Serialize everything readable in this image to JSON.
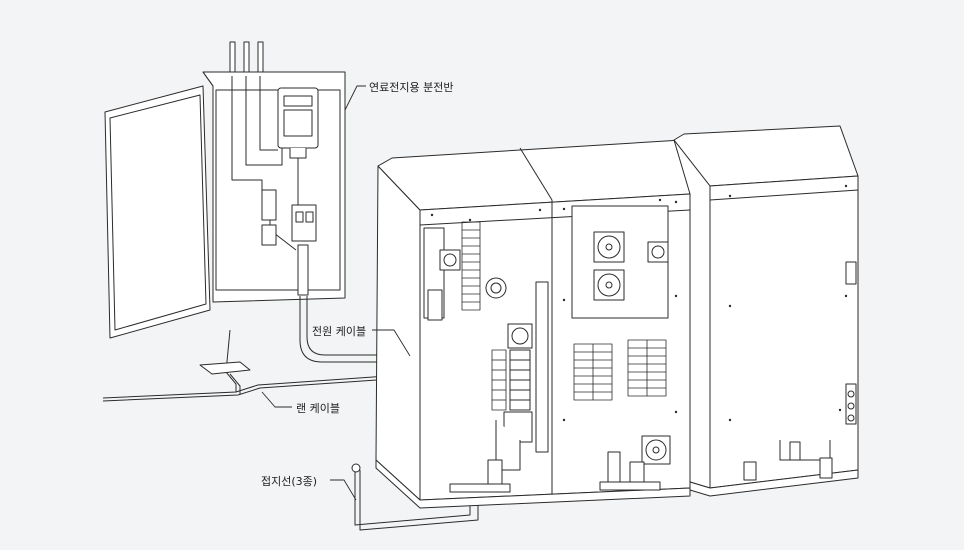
{
  "labels": {
    "panel": "연료전지용 분전반",
    "power_cable": "전원 케이블",
    "lan_cable": "랜 케이블",
    "ground_wire": "접지선(3종)"
  },
  "colors": {
    "background": "#f3f4f5",
    "line": "#2b2b2b",
    "fill": "#ffffff"
  }
}
